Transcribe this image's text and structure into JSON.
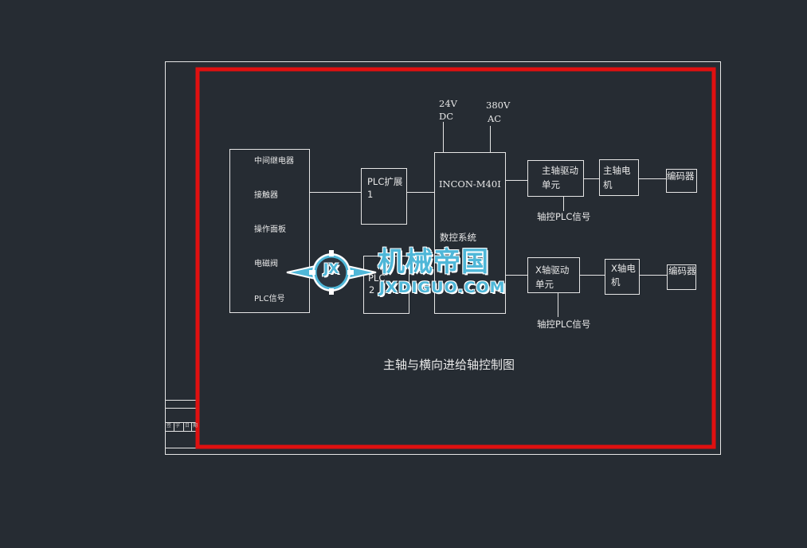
{
  "diagram": {
    "title": "主轴与横向进给轴控制图",
    "power": {
      "dc_volt": "24V",
      "dc_unit": "DC",
      "ac_volt": "380V",
      "ac_unit": "AC"
    },
    "left_block": [
      "中间继电器",
      "接触器",
      "操作面板",
      "电磁阀",
      "PLC信号"
    ],
    "plc_ext1": {
      "line1": "PLC扩展",
      "line2": "1"
    },
    "plc_ext2": {
      "line1": "PLC",
      "line2": "2"
    },
    "cnc": {
      "model": "INCON-M40I",
      "name": "数控系统"
    },
    "spindle_drive": {
      "line1": "主轴驱动",
      "line2": "单元"
    },
    "spindle_motor": {
      "line1": "主轴电",
      "line2": "机"
    },
    "encoder_top": "编码器",
    "x_drive": {
      "line1": "X轴驱动",
      "line2": "单元"
    },
    "x_motor": {
      "line1": "X轴电",
      "line2": "机"
    },
    "encoder_bottom": "编码器",
    "plc_signal_top": "轴控PLC信号",
    "plc_signal_bottom": "轴控PLC信号",
    "title_block": [
      "签",
      "字",
      "日",
      "期"
    ]
  },
  "watermark": {
    "cn": "机械帝国",
    "en": "JXDIGUO.COM",
    "emblem": "JX"
  },
  "colors": {
    "background": "#262c33",
    "lines": "#e6e6e6",
    "highlight": "#e01010",
    "watermark": "#4fb7d8"
  }
}
